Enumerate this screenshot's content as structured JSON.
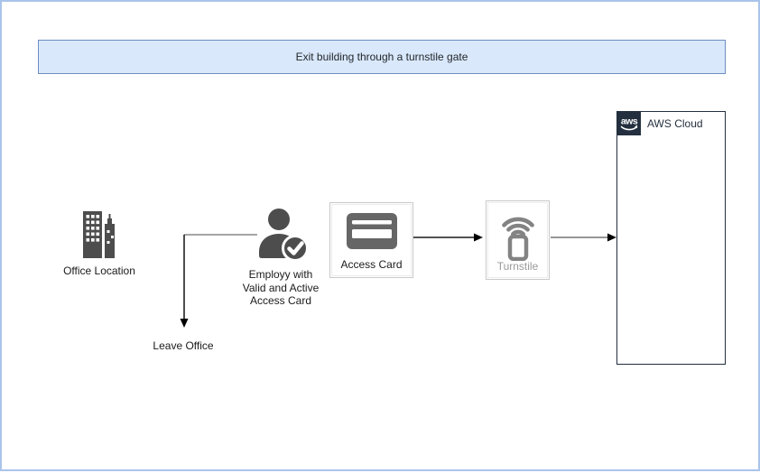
{
  "page": {
    "title_banner": "Exit building through a turnstile gate"
  },
  "nodes": {
    "office": {
      "label": "Office Location",
      "icon": "office-building-icon"
    },
    "employee": {
      "lines": [
        "Employy with",
        "Valid and Active",
        "Access Card"
      ],
      "icon": "person-check-icon"
    },
    "access_card": {
      "label": "Access Card",
      "icon": "credit-card-icon"
    },
    "turnstile": {
      "label": "Turnstile",
      "icon": "contactless-reader-icon"
    },
    "aws_cloud": {
      "label": "AWS Cloud",
      "badge_text": "aws",
      "icon": "aws-logo-icon"
    }
  },
  "edges": {
    "leave_office_label": "Leave Office"
  },
  "colors": {
    "page_border": "#aac4ea",
    "title_fill": "#dae8fc",
    "title_border": "#6c8ebf",
    "icon_dark": "#4d4d4d",
    "card_gray": "#666666",
    "turnstile_gray": "#838383",
    "aws_navy": "#232f3e",
    "connector_black": "#000000",
    "connector_gray": "#999999",
    "muted_label": "#999999"
  }
}
